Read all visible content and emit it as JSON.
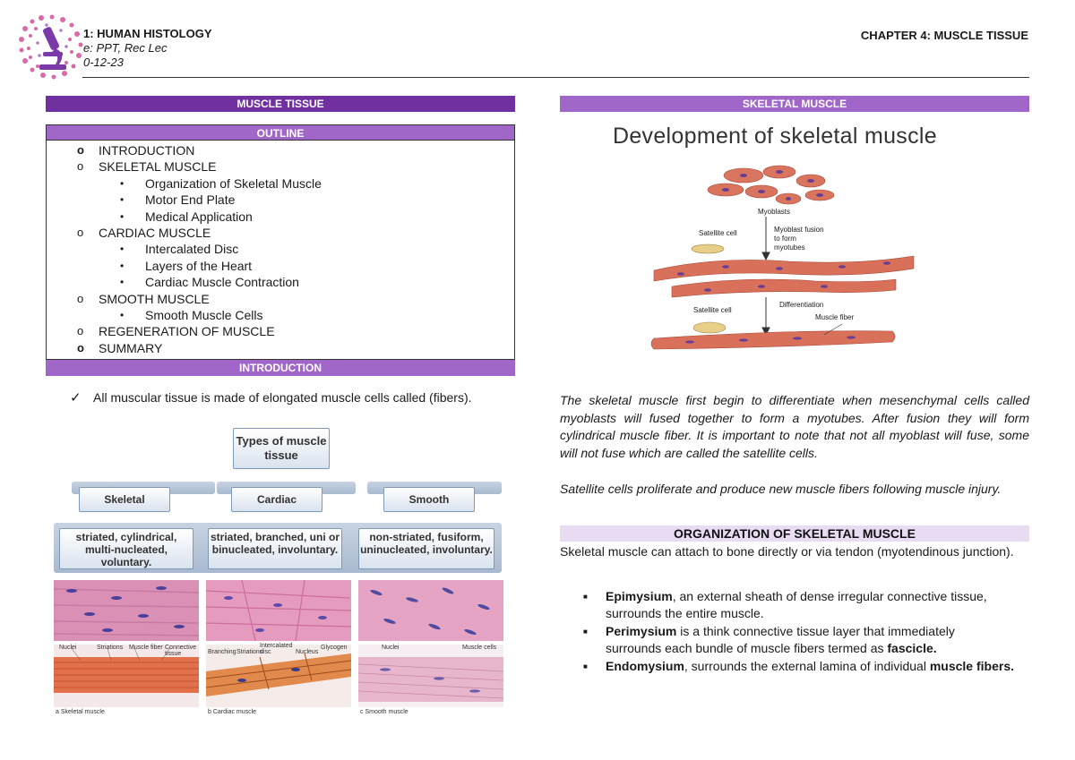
{
  "header": {
    "course_line": "1: HUMAN HISTOLOGY",
    "source_line": "e: PPT, Rec Lec",
    "date_line": "0-12-23",
    "chapter": "CHAPTER 4: MUSCLE TISSUE"
  },
  "left": {
    "section_title": "MUSCLE TISSUE",
    "outline_title": "OUTLINE",
    "outline": [
      {
        "mark": "o",
        "label": "INTRODUCTION",
        "level": 1
      },
      {
        "mark": "o",
        "label": "SKELETAL MUSCLE",
        "level": 1
      },
      {
        "mark": "•",
        "label": "Organization of Skeletal Muscle",
        "level": 2
      },
      {
        "mark": "•",
        "label": "Motor End Plate",
        "level": 2
      },
      {
        "mark": "•",
        "label": "Medical Application",
        "level": 2
      },
      {
        "mark": "o",
        "label": "CARDIAC MUSCLE",
        "level": 1
      },
      {
        "mark": "•",
        "label": "Intercalated Disc",
        "level": 2
      },
      {
        "mark": "•",
        "label": "Layers of the Heart",
        "level": 2
      },
      {
        "mark": "•",
        "label": "Cardiac Muscle Contraction",
        "level": 2
      },
      {
        "mark": "o",
        "label": "SMOOTH MUSCLE",
        "level": 1
      },
      {
        "mark": "•",
        "label": "Smooth Muscle Cells",
        "level": 2
      },
      {
        "mark": "o",
        "label": "REGENERATION OF MUSCLE",
        "level": 1
      },
      {
        "mark": "o",
        "label": "SUMMARY",
        "level": 1
      }
    ],
    "intro_title": "INTRODUCTION",
    "intro_text": "All muscular tissue is made of elongated muscle cells called (fibers).",
    "diagram": {
      "root": "Types of muscle tissue",
      "types": [
        {
          "name": "Skeletal",
          "desc": "striated, cylindrical, multi-nucleated, voluntary.",
          "caption": "a Skeletal muscle"
        },
        {
          "name": "Cardiac",
          "desc": "striated, branched, uni or binucleated, involuntary.",
          "caption": "b Cardiac muscle"
        },
        {
          "name": "Smooth",
          "desc": "non-striated, fusiform, uninucleated, involuntary.",
          "caption": "c Smooth muscle"
        }
      ],
      "labels": {
        "skeletal": [
          "Nuclei",
          "Striations",
          "Muscle fiber",
          "Connective tissue"
        ],
        "cardiac": [
          "Branching",
          "Intercalated disc",
          "Striations",
          "Nucleus",
          "Glycogen"
        ],
        "smooth": [
          "Nuclei",
          "Muscle cells"
        ]
      }
    }
  },
  "right": {
    "section_title": "SKELETAL MUSCLE",
    "figure": {
      "title": "Development of skeletal muscle",
      "labels": {
        "myoblasts": "Myoblasts",
        "satellite1": "Satellite cell",
        "fusion": "Myoblast fusion to form myotubes",
        "satellite2": "Satellite cell",
        "differentiation": "Differentiation",
        "fiber": "Muscle fiber"
      }
    },
    "para1": "The skeletal muscle first begin to differentiate when mesenchymal cells called myoblasts will fused together to form a myotubes. After fusion they will form cylindrical muscle fiber. It is important to note that not all myoblast will fuse, some will not fuse which are called the satellite cells.",
    "para2": "Satellite cells proliferate and produce new muscle fibers following muscle injury.",
    "org_title": "ORGANIZATION OF SKELETAL MUSCLE",
    "org_text": "Skeletal muscle can attach to bone directly or via tendon (myotendinous junction).",
    "list": [
      {
        "term": "Epimysium",
        "rest": ", an external sheath of dense irregular connective tissue, surrounds the entire muscle."
      },
      {
        "term": "Perimysium",
        "rest": " is a think connective tissue layer that immediately surrounds each bundle of muscle fibers termed as ",
        "bold_end": "fascicle."
      },
      {
        "term": "Endomysium",
        "rest": ", surrounds the external lamina of individual ",
        "bold_end": "muscle fibers."
      }
    ],
    "colors": {
      "primary": "#7030a0",
      "secondary": "#a066c8",
      "light": "#e8dcf2"
    }
  }
}
